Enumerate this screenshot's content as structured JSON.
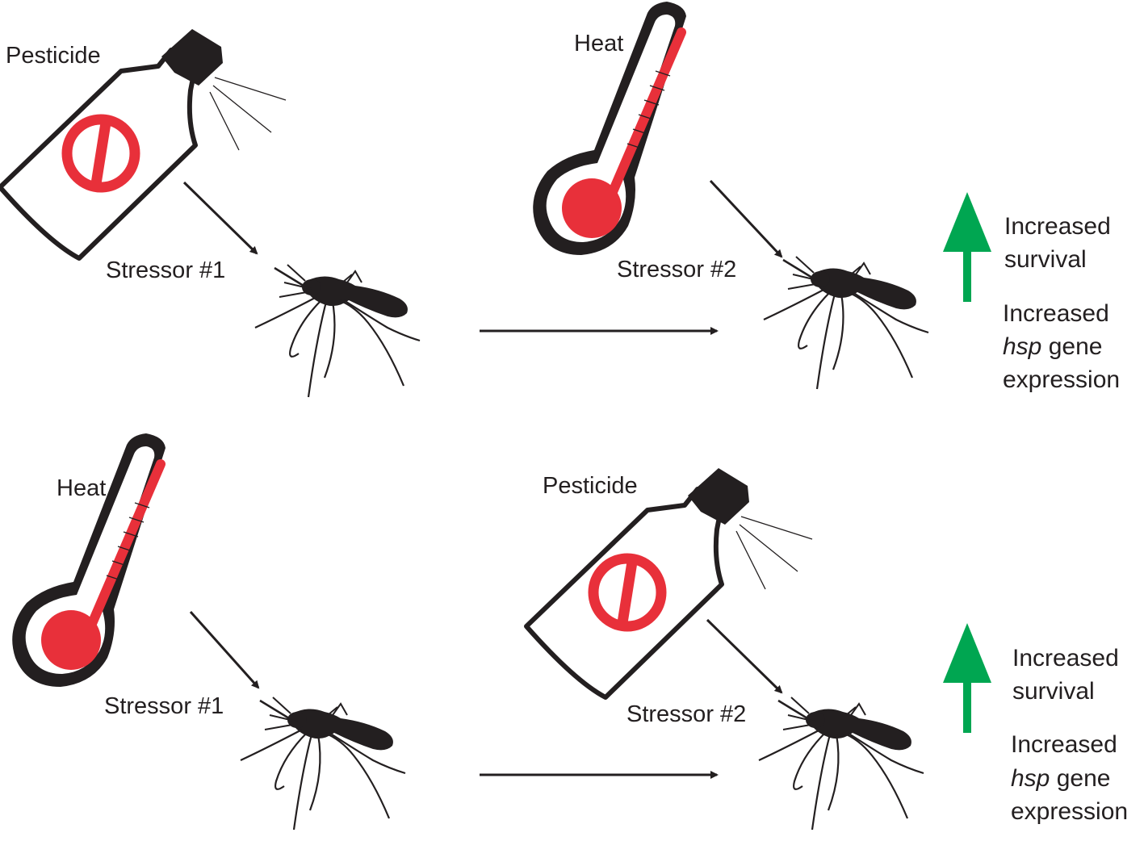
{
  "rows": [
    {
      "first_stressor_name": "Pesticide",
      "first_stressor_label": "Stressor #1",
      "second_stressor_name": "Heat",
      "second_stressor_label": "Stressor #2",
      "outcome_survival_line1": "Increased",
      "outcome_survival_line2": "survival",
      "outcome_expr_line1": "Increased",
      "outcome_expr_italic": "hsp",
      "outcome_expr_rest": " gene",
      "outcome_expr_line3": "expression"
    },
    {
      "first_stressor_name": "Heat",
      "first_stressor_label": "Stressor #1",
      "second_stressor_name": "Pesticide",
      "second_stressor_label": "Stressor #2",
      "outcome_survival_line1": "Increased",
      "outcome_survival_line2": "survival",
      "outcome_expr_line1": "Increased",
      "outcome_expr_italic": "hsp",
      "outcome_expr_rest": " gene",
      "outcome_expr_line3": "expression"
    }
  ],
  "colors": {
    "ink": "#231f20",
    "red": "#e8303a",
    "green": "#00a651"
  },
  "icons": [
    "pesticide-bottle-icon",
    "thermometer-icon",
    "mosquito-icon",
    "increase-arrow-icon"
  ]
}
